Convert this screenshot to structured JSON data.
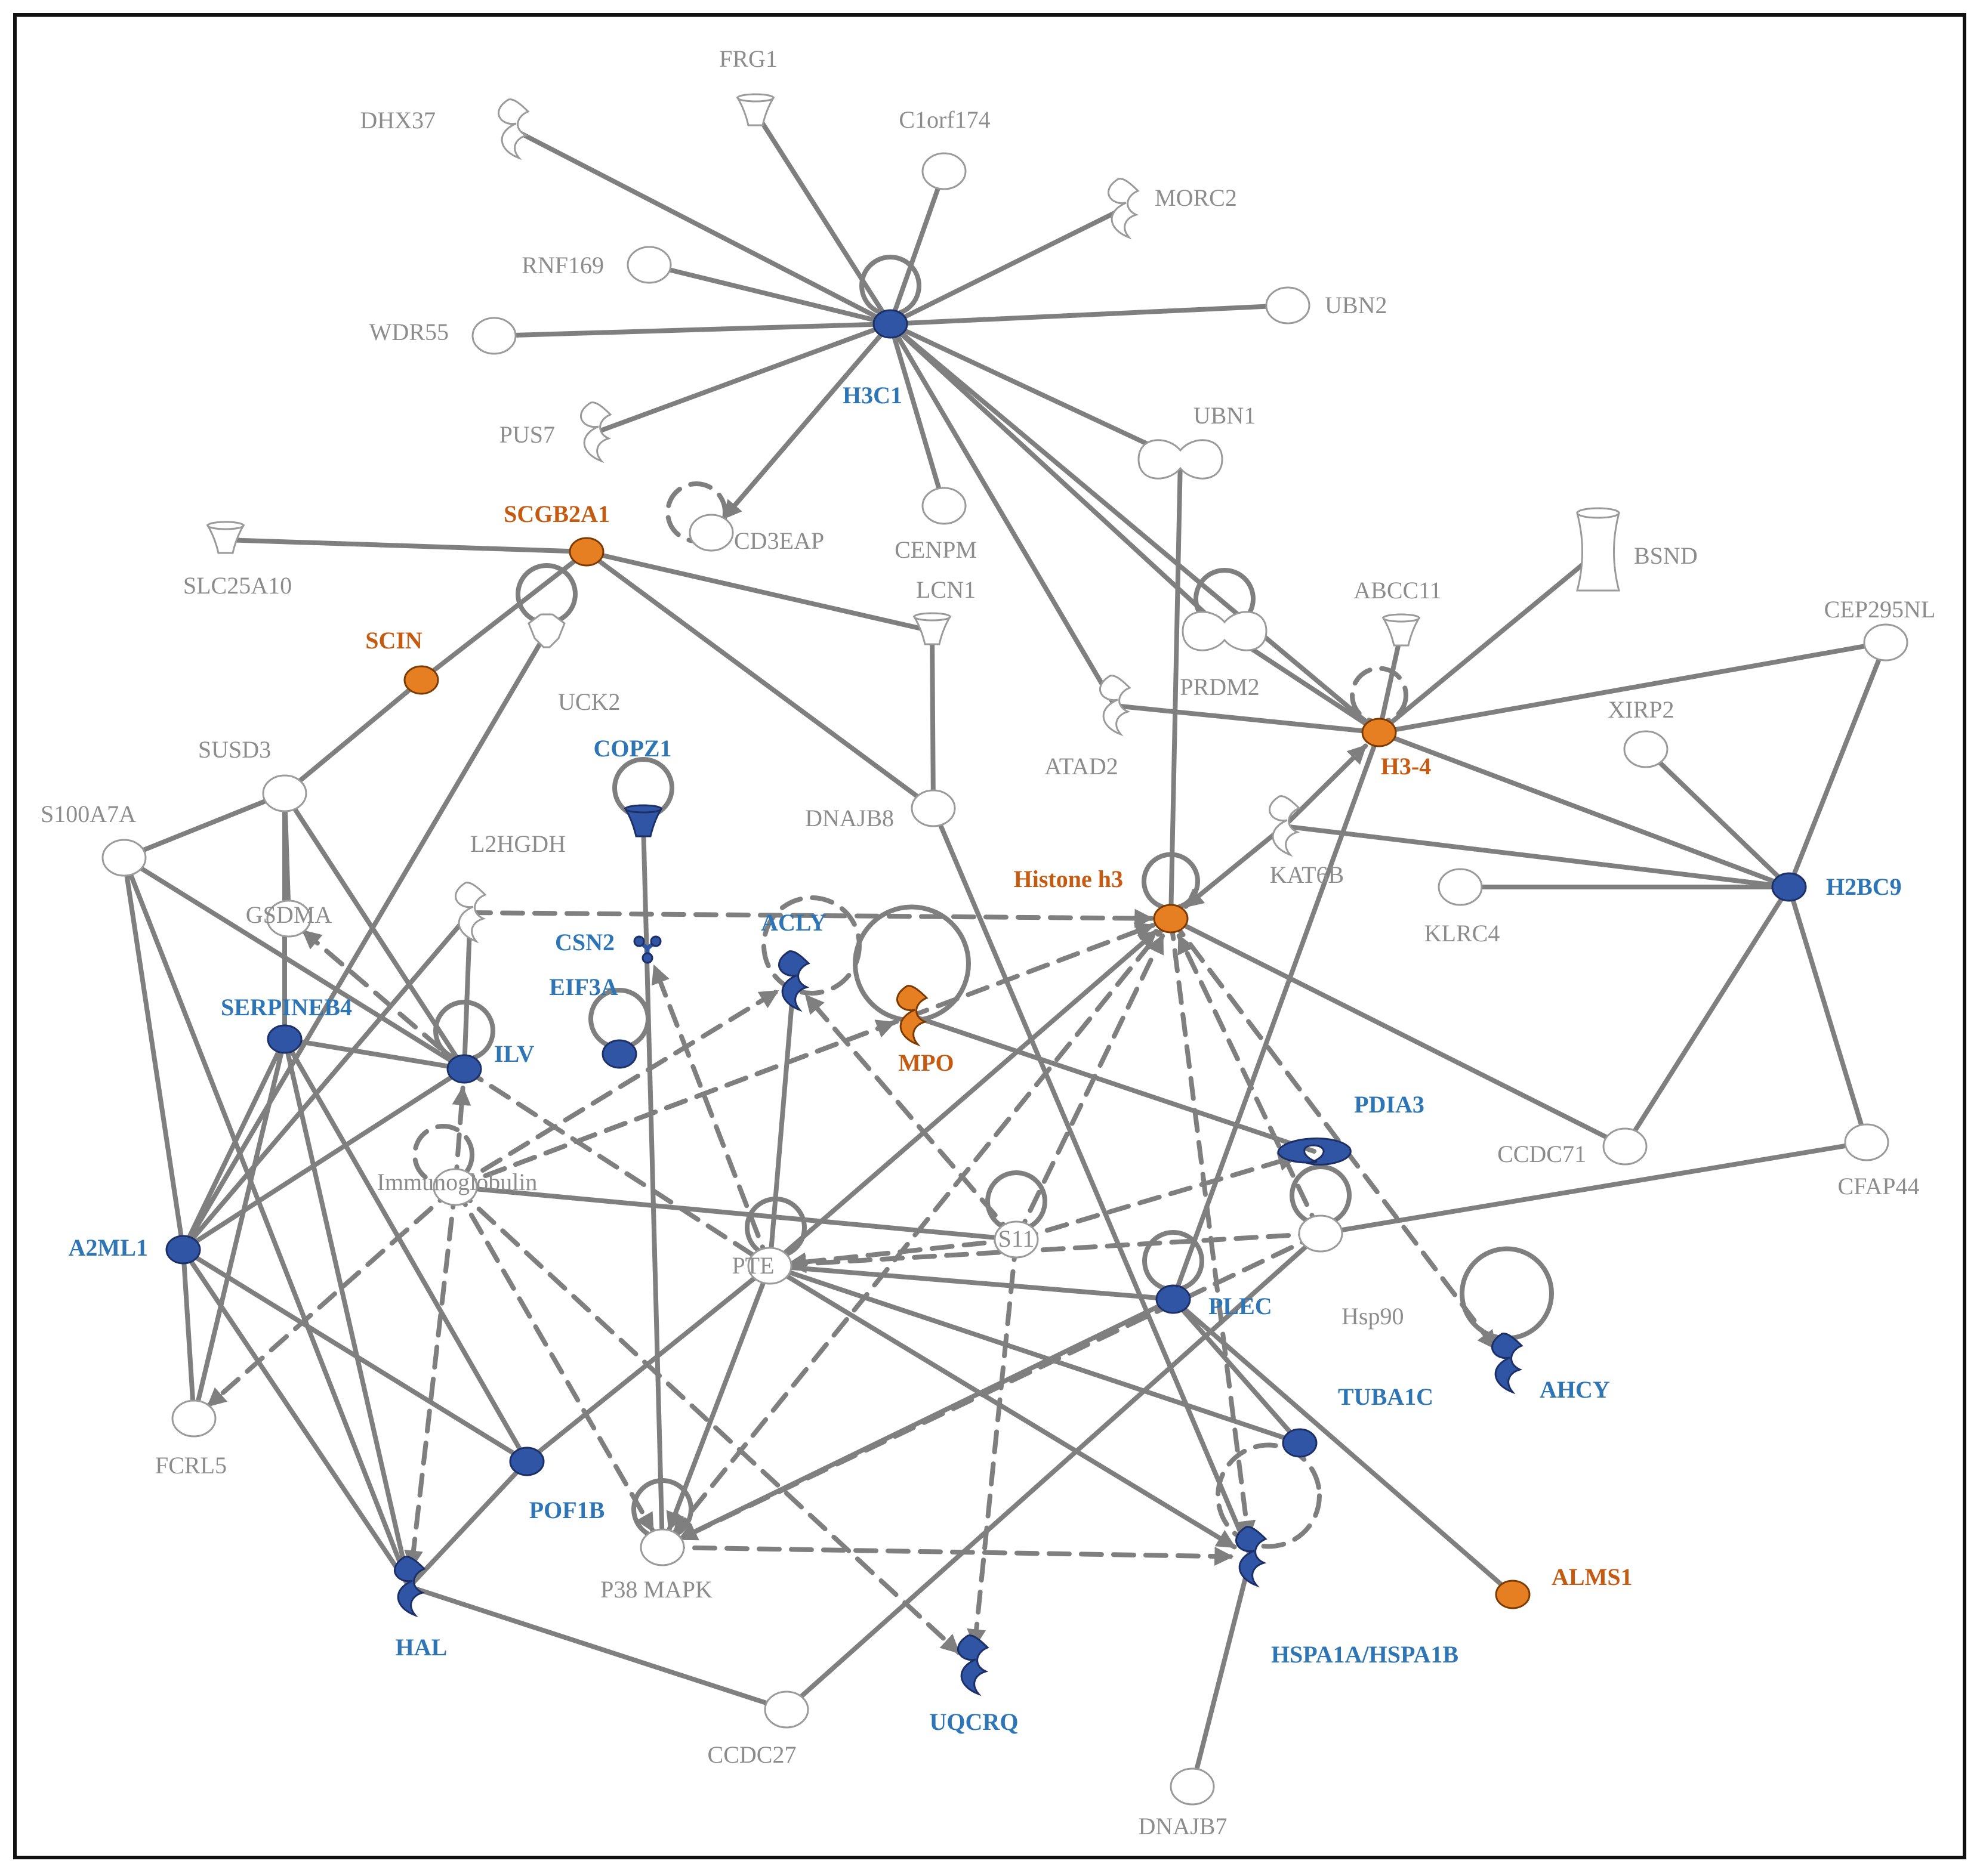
{
  "colors": {
    "up": "#e67e22",
    "down": "#2f55a4",
    "neutral": "#ffffff",
    "edge": "#7f7f7f"
  },
  "nodes": [
    {
      "id": "H3C1",
      "label": "H3C1",
      "status": "down",
      "shape": "circle"
    },
    {
      "id": "FRG1",
      "label": "FRG1",
      "status": "neutral",
      "shape": "cup"
    },
    {
      "id": "DHX37",
      "label": "DHX37",
      "status": "neutral",
      "shape": "enzyme"
    },
    {
      "id": "C1orf174",
      "label": "C1orf174",
      "status": "neutral",
      "shape": "circle"
    },
    {
      "id": "MORC2",
      "label": "MORC2",
      "status": "neutral",
      "shape": "enzyme"
    },
    {
      "id": "RNF169",
      "label": "RNF169",
      "status": "neutral",
      "shape": "circle"
    },
    {
      "id": "UBN2",
      "label": "UBN2",
      "status": "neutral",
      "shape": "circle"
    },
    {
      "id": "WDR55",
      "label": "WDR55",
      "status": "neutral",
      "shape": "circle"
    },
    {
      "id": "PUS7",
      "label": "PUS7",
      "status": "neutral",
      "shape": "enzyme"
    },
    {
      "id": "UBN1",
      "label": "UBN1",
      "status": "neutral",
      "shape": "complex"
    },
    {
      "id": "CD3EAP",
      "label": "CD3EAP",
      "status": "neutral",
      "shape": "circle"
    },
    {
      "id": "CENPM",
      "label": "CENPM",
      "status": "neutral",
      "shape": "circle"
    },
    {
      "id": "SCGB2A1",
      "label": "SCGB2A1",
      "status": "up",
      "shape": "circle"
    },
    {
      "id": "SLC25A10",
      "label": "SLC25A10",
      "status": "neutral",
      "shape": "cup"
    },
    {
      "id": "LCN1",
      "label": "LCN1",
      "status": "neutral",
      "shape": "cup"
    },
    {
      "id": "BSND",
      "label": "BSND",
      "status": "neutral",
      "shape": "channel"
    },
    {
      "id": "ABCC11",
      "label": "ABCC11",
      "status": "neutral",
      "shape": "cup"
    },
    {
      "id": "CEP295NL",
      "label": "CEP295NL",
      "status": "neutral",
      "shape": "circle"
    },
    {
      "id": "SCIN",
      "label": "SCIN",
      "status": "up",
      "shape": "circle"
    },
    {
      "id": "UCK2",
      "label": "UCK2",
      "status": "neutral",
      "shape": "kinase"
    },
    {
      "id": "PRDM2",
      "label": "PRDM2",
      "status": "neutral",
      "shape": "complex"
    },
    {
      "id": "ATAD2",
      "label": "ATAD2",
      "status": "neutral",
      "shape": "enzyme"
    },
    {
      "id": "H3-4",
      "label": "H3-4",
      "status": "up",
      "shape": "circle"
    },
    {
      "id": "XIRP2",
      "label": "XIRP2",
      "status": "neutral",
      "shape": "circle"
    },
    {
      "id": "SUSD3",
      "label": "SUSD3",
      "status": "neutral",
      "shape": "circle"
    },
    {
      "id": "COPZ1",
      "label": "COPZ1",
      "status": "down",
      "shape": "cup"
    },
    {
      "id": "DNAJB8",
      "label": "DNAJB8",
      "status": "neutral",
      "shape": "circle"
    },
    {
      "id": "S100A7A",
      "label": "S100A7A",
      "status": "neutral",
      "shape": "circle"
    },
    {
      "id": "L2HGDH",
      "label": "L2HGDH",
      "status": "neutral",
      "shape": "enzyme"
    },
    {
      "id": "KAT6B",
      "label": "KAT6B",
      "status": "neutral",
      "shape": "enzyme"
    },
    {
      "id": "Histone h3",
      "label": "Histone h3",
      "status": "up",
      "shape": "circle"
    },
    {
      "id": "H2BC9",
      "label": "H2BC9",
      "status": "down",
      "shape": "circle"
    },
    {
      "id": "KLRC4",
      "label": "KLRC4",
      "status": "neutral",
      "shape": "circle"
    },
    {
      "id": "GSDMA",
      "label": "GSDMA",
      "status": "neutral",
      "shape": "circle"
    },
    {
      "id": "CSN2",
      "label": "CSN2",
      "status": "down",
      "shape": "cytokine"
    },
    {
      "id": "ACLY",
      "label": "ACLY",
      "status": "down",
      "shape": "enzyme"
    },
    {
      "id": "EIF3A",
      "label": "EIF3A",
      "status": "down",
      "shape": "circle"
    },
    {
      "id": "SERPINEB4",
      "label": "SERPINEB4",
      "status": "down",
      "shape": "circle"
    },
    {
      "id": "ILV",
      "label": "ILV",
      "status": "down",
      "shape": "circle"
    },
    {
      "id": "MPO",
      "label": "MPO",
      "status": "up",
      "shape": "enzyme"
    },
    {
      "id": "PDIA3",
      "label": "PDIA3",
      "status": "down",
      "shape": "peptidase"
    },
    {
      "id": "CCDC71",
      "label": "CCDC71",
      "status": "neutral",
      "shape": "circle"
    },
    {
      "id": "CFAP44",
      "label": "CFAP44",
      "status": "neutral",
      "shape": "circle"
    },
    {
      "id": "Immunoglobulin",
      "label": "Immunoglobulin",
      "status": "neutral",
      "shape": "circle"
    },
    {
      "id": "A2ML1",
      "label": "A2ML1",
      "status": "down",
      "shape": "circle"
    },
    {
      "id": "S11",
      "label": "S11",
      "status": "neutral",
      "shape": "circle"
    },
    {
      "id": "PTE",
      "label": "PTE",
      "status": "neutral",
      "shape": "circle"
    },
    {
      "id": "Hsp90",
      "label": "Hsp90",
      "status": "neutral",
      "shape": "circle"
    },
    {
      "id": "PLEC",
      "label": "PLEC",
      "status": "down",
      "shape": "circle"
    },
    {
      "id": "AHCY",
      "label": "AHCY",
      "status": "down",
      "shape": "enzyme"
    },
    {
      "id": "TUBA1C",
      "label": "TUBA1C",
      "status": "down",
      "shape": "circle"
    },
    {
      "id": "FCRL5",
      "label": "FCRL5",
      "status": "neutral",
      "shape": "circle"
    },
    {
      "id": "POF1B",
      "label": "POF1B",
      "status": "down",
      "shape": "circle"
    },
    {
      "id": "P38 MAPK",
      "label": "P38 MAPK",
      "status": "neutral",
      "shape": "circle"
    },
    {
      "id": "HSPA1A/HSPA1B",
      "label": "HSPA1A/HSPA1B",
      "status": "down",
      "shape": "enzyme"
    },
    {
      "id": "ALMS1",
      "label": "ALMS1",
      "status": "up",
      "shape": "circle"
    },
    {
      "id": "HAL",
      "label": "HAL",
      "status": "down",
      "shape": "enzyme"
    },
    {
      "id": "UQCRQ",
      "label": "UQCRQ",
      "status": "down",
      "shape": "enzyme"
    },
    {
      "id": "CCDC27",
      "label": "CCDC27",
      "status": "neutral",
      "shape": "circle"
    },
    {
      "id": "DNAJB7",
      "label": "DNAJB7",
      "status": "neutral",
      "shape": "circle"
    }
  ],
  "edges": [
    {
      "from": "H3C1",
      "to": "FRG1",
      "style": "solid",
      "arrow": false
    },
    {
      "from": "H3C1",
      "to": "DHX37",
      "style": "solid",
      "arrow": false
    },
    {
      "from": "H3C1",
      "to": "C1orf174",
      "style": "solid",
      "arrow": false
    },
    {
      "from": "H3C1",
      "to": "MORC2",
      "style": "solid",
      "arrow": false
    },
    {
      "from": "H3C1",
      "to": "RNF169",
      "style": "solid",
      "arrow": false
    },
    {
      "from": "H3C1",
      "to": "UBN2",
      "style": "solid",
      "arrow": false
    },
    {
      "from": "H3C1",
      "to": "WDR55",
      "style": "solid",
      "arrow": false
    },
    {
      "from": "H3C1",
      "to": "PUS7",
      "style": "solid",
      "arrow": false
    },
    {
      "from": "H3C1",
      "to": "CD3EAP",
      "style": "solid",
      "arrow": true
    },
    {
      "from": "H3C1",
      "to": "CENPM",
      "style": "solid",
      "arrow": false
    },
    {
      "from": "H3C1",
      "to": "UBN1",
      "style": "solid",
      "arrow": false
    },
    {
      "from": "H3C1",
      "to": "PRDM2",
      "style": "solid",
      "arrow": false
    },
    {
      "from": "H3C1",
      "to": "ATAD2",
      "style": "solid",
      "arrow": false
    },
    {
      "from": "H3C1",
      "to": "H3-4",
      "style": "solid",
      "arrow": false
    },
    {
      "from": "SCGB2A1",
      "to": "SLC25A10",
      "style": "solid",
      "arrow": false
    },
    {
      "from": "SCGB2A1",
      "to": "LCN1",
      "style": "solid",
      "arrow": false
    },
    {
      "from": "SCGB2A1",
      "to": "SCIN",
      "style": "solid",
      "arrow": false
    },
    {
      "from": "SCGB2A1",
      "to": "DNAJB8",
      "style": "solid",
      "arrow": false
    },
    {
      "from": "LCN1",
      "to": "DNAJB8",
      "style": "solid",
      "arrow": false
    },
    {
      "from": "UBN1",
      "to": "Histone h3",
      "style": "solid",
      "arrow": false
    },
    {
      "from": "BSND",
      "to": "H3-4",
      "style": "solid",
      "arrow": false
    },
    {
      "from": "ABCC11",
      "to": "H3-4",
      "style": "solid",
      "arrow": false
    },
    {
      "from": "CEP295NL",
      "to": "H3-4",
      "style": "solid",
      "arrow": false
    },
    {
      "from": "ATAD2",
      "to": "H3-4",
      "style": "solid",
      "arrow": false
    },
    {
      "from": "PRDM2",
      "to": "H3-4",
      "style": "solid",
      "arrow": false
    },
    {
      "from": "KAT6B",
      "to": "H3-4",
      "style": "solid",
      "arrow": true
    },
    {
      "from": "KAT6B",
      "to": "Histone h3",
      "style": "solid",
      "arrow": true
    },
    {
      "from": "KAT6B",
      "to": "H2BC9",
      "style": "solid",
      "arrow": false
    },
    {
      "from": "H3-4",
      "to": "H2BC9",
      "style": "solid",
      "arrow": false
    },
    {
      "from": "H3-4",
      "to": "PLEC",
      "style": "solid",
      "arrow": false
    },
    {
      "from": "CEP295NL",
      "to": "H2BC9",
      "style": "solid",
      "arrow": false
    },
    {
      "from": "XIRP2",
      "to": "H2BC9",
      "style": "solid",
      "arrow": false
    },
    {
      "from": "KLRC4",
      "to": "H2BC9",
      "style": "solid",
      "arrow": false
    },
    {
      "from": "H2BC9",
      "to": "CCDC71",
      "style": "solid",
      "arrow": false
    },
    {
      "from": "H2BC9",
      "to": "CFAP44",
      "style": "solid",
      "arrow": false
    },
    {
      "from": "Histone h3",
      "to": "CCDC71",
      "style": "solid",
      "arrow": false
    },
    {
      "from": "SCIN",
      "to": "SUSD3",
      "style": "solid",
      "arrow": false
    },
    {
      "from": "SUSD3",
      "to": "S100A7A",
      "style": "solid",
      "arrow": false
    },
    {
      "from": "SUSD3",
      "to": "GSDMA",
      "style": "solid",
      "arrow": false
    },
    {
      "from": "SUSD3",
      "to": "ILV",
      "style": "solid",
      "arrow": false
    },
    {
      "from": "SUSD3",
      "to": "SERPINEB4",
      "style": "solid",
      "arrow": false
    },
    {
      "from": "UCK2",
      "to": "A2ML1",
      "style": "solid",
      "arrow": false
    },
    {
      "from": "S100A7A",
      "to": "ILV",
      "style": "solid",
      "arrow": false
    },
    {
      "from": "S100A7A",
      "to": "A2ML1",
      "style": "solid",
      "arrow": false
    },
    {
      "from": "S100A7A",
      "to": "HAL",
      "style": "solid",
      "arrow": false
    },
    {
      "from": "L2HGDH",
      "to": "A2ML1",
      "style": "solid",
      "arrow": false
    },
    {
      "from": "L2HGDH",
      "to": "ILV",
      "style": "solid",
      "arrow": false
    },
    {
      "from": "L2HGDH",
      "to": "Histone h3",
      "style": "dashed",
      "arrow": true
    },
    {
      "from": "ILV",
      "to": "GSDMA",
      "style": "dashed",
      "arrow": true
    },
    {
      "from": "SERPINEB4",
      "to": "ILV",
      "style": "solid",
      "arrow": false
    },
    {
      "from": "SERPINEB4",
      "to": "A2ML1",
      "style": "solid",
      "arrow": false
    },
    {
      "from": "SERPINEB4",
      "to": "POF1B",
      "style": "solid",
      "arrow": false
    },
    {
      "from": "SERPINEB4",
      "to": "HAL",
      "style": "solid",
      "arrow": false
    },
    {
      "from": "SERPINEB4",
      "to": "FCRL5",
      "style": "solid",
      "arrow": false
    },
    {
      "from": "A2ML1",
      "to": "FCRL5",
      "style": "solid",
      "arrow": false
    },
    {
      "from": "A2ML1",
      "to": "POF1B",
      "style": "solid",
      "arrow": false
    },
    {
      "from": "A2ML1",
      "to": "HAL",
      "style": "solid",
      "arrow": false
    },
    {
      "from": "A2ML1",
      "to": "ILV",
      "style": "solid",
      "arrow": false
    },
    {
      "from": "COPZ1",
      "to": "P38 MAPK",
      "style": "solid",
      "arrow": false
    },
    {
      "from": "DNAJB8",
      "to": "HSPA1A/HSPA1B",
      "style": "solid",
      "arrow": false
    },
    {
      "from": "Immunoglobulin",
      "to": "ILV",
      "style": "dashed",
      "arrow": true
    },
    {
      "from": "Immunoglobulin",
      "to": "ACLY",
      "style": "dashed",
      "arrow": true
    },
    {
      "from": "Immunoglobulin",
      "to": "MPO",
      "style": "dashed",
      "arrow": true
    },
    {
      "from": "Immunoglobulin",
      "to": "Histone h3",
      "style": "dashed",
      "arrow": true
    },
    {
      "from": "Immunoglobulin",
      "to": "FCRL5",
      "style": "dashed",
      "arrow": true
    },
    {
      "from": "Immunoglobulin",
      "to": "HAL",
      "style": "dashed",
      "arrow": true
    },
    {
      "from": "Immunoglobulin",
      "to": "P38 MAPK",
      "style": "dashed",
      "arrow": true
    },
    {
      "from": "Immunoglobulin",
      "to": "UQCRQ",
      "style": "dashed",
      "arrow": true
    },
    {
      "from": "Immunoglobulin",
      "to": "S11",
      "style": "solid",
      "arrow": false
    },
    {
      "from": "PTE",
      "to": "CSN2",
      "style": "dashed",
      "arrow": true
    },
    {
      "from": "PTE",
      "to": "ACLY",
      "style": "solid",
      "arrow": false
    },
    {
      "from": "PTE",
      "to": "Histone h3",
      "style": "solid",
      "arrow": true
    },
    {
      "from": "PTE",
      "to": "P38 MAPK",
      "style": "solid",
      "arrow": true
    },
    {
      "from": "PTE",
      "to": "PLEC",
      "style": "solid",
      "arrow": false
    },
    {
      "from": "PTE",
      "to": "TUBA1C",
      "style": "solid",
      "arrow": false
    },
    {
      "from": "PTE",
      "to": "HSPA1A/HSPA1B",
      "style": "solid",
      "arrow": true
    },
    {
      "from": "PTE",
      "to": "POF1B",
      "style": "solid",
      "arrow": false
    },
    {
      "from": "ILV",
      "to": "PTE",
      "style": "dashed",
      "arrow": false
    },
    {
      "from": "S11",
      "to": "ACLY",
      "style": "dashed",
      "arrow": true
    },
    {
      "from": "S11",
      "to": "Histone h3",
      "style": "dashed",
      "arrow": true
    },
    {
      "from": "S11",
      "to": "UQCRQ",
      "style": "dashed",
      "arrow": true
    },
    {
      "from": "S11",
      "to": "PDIA3",
      "style": "dashed",
      "arrow": true
    },
    {
      "from": "S11",
      "to": "PTE",
      "style": "dashed",
      "arrow": true
    },
    {
      "from": "Hsp90",
      "to": "PTE",
      "style": "dashed",
      "arrow": true
    },
    {
      "from": "Hsp90",
      "to": "CFAP44",
      "style": "solid",
      "arrow": false
    },
    {
      "from": "Hsp90",
      "to": "P38 MAPK",
      "style": "dashed",
      "arrow": true
    },
    {
      "from": "Hsp90",
      "to": "Histone h3",
      "style": "dashed",
      "arrow": true
    },
    {
      "from": "Hsp90",
      "to": "CCDC27",
      "style": "solid",
      "arrow": false
    },
    {
      "from": "MPO",
      "to": "PDIA3",
      "style": "solid",
      "arrow": false
    },
    {
      "from": "Histone h3",
      "to": "P38 MAPK",
      "style": "dashed",
      "arrow": true
    },
    {
      "from": "Histone h3",
      "to": "AHCY",
      "style": "dashed",
      "arrow": true
    },
    {
      "from": "Histone h3",
      "to": "HSPA1A/HSPA1B",
      "style": "dashed",
      "arrow": true
    },
    {
      "from": "PLEC",
      "to": "ALMS1",
      "style": "solid",
      "arrow": false
    },
    {
      "from": "PLEC",
      "to": "TUBA1C",
      "style": "solid",
      "arrow": false
    },
    {
      "from": "PLEC",
      "to": "P38 MAPK",
      "style": "solid",
      "arrow": true
    },
    {
      "from": "P38 MAPK",
      "to": "HSPA1A/HSPA1B",
      "style": "dashed",
      "arrow": true
    },
    {
      "from": "HSPA1A/HSPA1B",
      "to": "DNAJB7",
      "style": "solid",
      "arrow": false
    },
    {
      "from": "HAL",
      "to": "CCDC27",
      "style": "solid",
      "arrow": false
    },
    {
      "from": "HAL",
      "to": "POF1B",
      "style": "solid",
      "arrow": false
    }
  ],
  "self_loops": [
    {
      "node": "H3C1",
      "style": "solid"
    },
    {
      "node": "CD3EAP",
      "style": "dashed"
    },
    {
      "node": "UCK2",
      "style": "solid"
    },
    {
      "node": "PRDM2",
      "style": "solid"
    },
    {
      "node": "H3-4",
      "style": "dashed"
    },
    {
      "node": "COPZ1",
      "style": "solid"
    },
    {
      "node": "Histone h3",
      "style": "solid"
    },
    {
      "node": "ACLY",
      "style": "dashed"
    },
    {
      "node": "MPO",
      "style": "solid"
    },
    {
      "node": "EIF3A",
      "style": "solid"
    },
    {
      "node": "ILV",
      "style": "solid"
    },
    {
      "node": "Immunoglobulin",
      "style": "dashed"
    },
    {
      "node": "S11",
      "style": "solid"
    },
    {
      "node": "PTE",
      "style": "solid"
    },
    {
      "node": "Hsp90",
      "style": "solid"
    },
    {
      "node": "PLEC",
      "style": "solid"
    },
    {
      "node": "AHCY",
      "style": "solid"
    },
    {
      "node": "P38 MAPK",
      "style": "solid"
    },
    {
      "node": "HSPA1A/HSPA1B",
      "style": "dashed"
    }
  ]
}
